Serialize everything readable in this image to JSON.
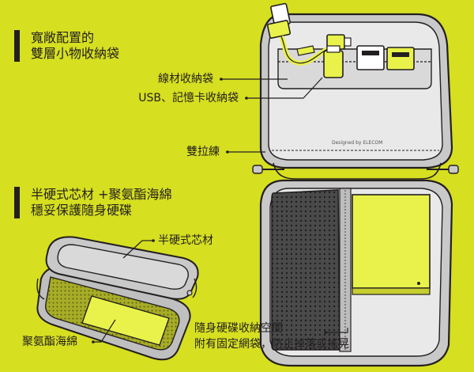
{
  "headings": {
    "top": {
      "line1": "寬敞配置的",
      "line2": "雙層小物收納袋"
    },
    "middle": {
      "line1": "半硬式芯材 +聚氨酯海綿",
      "line2": "穩妥保護隨身硬碟"
    }
  },
  "callouts": {
    "cable_pocket": "線材收納袋",
    "usb_card_pocket": "USB、記憶卡收納袋",
    "zipper": "雙拉練",
    "semi_rigid": "半硬式芯材",
    "foam": "聚氨酯海綿",
    "drive_pocket": {
      "line1": "隨身硬碟收納空間",
      "line2": "附有固定網袋，防止掉落或搖晃"
    }
  },
  "brand": {
    "designed_by": "Designed by ELECOM"
  },
  "colors": {
    "background": "#d6df20",
    "lime": "#e9f24a",
    "outline": "#231f20",
    "case_gray": "#c8c8c8",
    "mesh_dark": "#4a4a4a"
  }
}
